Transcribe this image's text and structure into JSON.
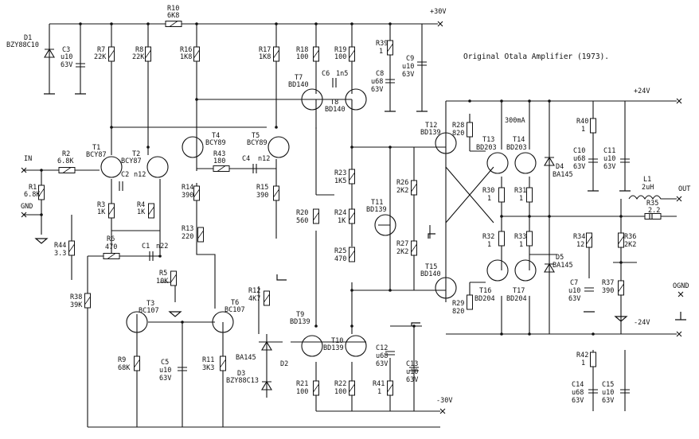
{
  "title": "Original Otala Amplifier (1973).",
  "rails": {
    "pos30": "+30V",
    "neg30": "-30V",
    "pos24": "+24V",
    "neg24": "-24V"
  },
  "terminals": {
    "in": "IN",
    "gnd": "GND",
    "out": "OUT",
    "ognd": "OGND"
  },
  "current_note": "300mA",
  "resistors": [
    {
      "ref": "R1",
      "val": "6.8K"
    },
    {
      "ref": "R2",
      "val": "6.8K"
    },
    {
      "ref": "R3",
      "val": "1K"
    },
    {
      "ref": "R4",
      "val": "1K"
    },
    {
      "ref": "R5",
      "val": "10K"
    },
    {
      "ref": "R6",
      "val": "470"
    },
    {
      "ref": "R7",
      "val": "22K"
    },
    {
      "ref": "R8",
      "val": "22K"
    },
    {
      "ref": "R9",
      "val": "68K"
    },
    {
      "ref": "R10",
      "val": "6K8"
    },
    {
      "ref": "R11",
      "val": "3K3"
    },
    {
      "ref": "R12",
      "val": "4K7"
    },
    {
      "ref": "R13",
      "val": "220"
    },
    {
      "ref": "R14",
      "val": "390"
    },
    {
      "ref": "R15",
      "val": "390"
    },
    {
      "ref": "R16",
      "val": "1K8"
    },
    {
      "ref": "R17",
      "val": "1K8"
    },
    {
      "ref": "R18",
      "val": "100"
    },
    {
      "ref": "R19",
      "val": "100"
    },
    {
      "ref": "R20",
      "val": "560"
    },
    {
      "ref": "R21",
      "val": "100"
    },
    {
      "ref": "R22",
      "val": "100"
    },
    {
      "ref": "R23",
      "val": "1K5"
    },
    {
      "ref": "R24",
      "val": "1K"
    },
    {
      "ref": "R25",
      "val": "470"
    },
    {
      "ref": "R26",
      "val": "2K2"
    },
    {
      "ref": "R27",
      "val": "2K2"
    },
    {
      "ref": "R28",
      "val": "820"
    },
    {
      "ref": "R29",
      "val": "820"
    },
    {
      "ref": "R30",
      "val": "1"
    },
    {
      "ref": "R31",
      "val": "1"
    },
    {
      "ref": "R32",
      "val": "1"
    },
    {
      "ref": "R33",
      "val": "1"
    },
    {
      "ref": "R34",
      "val": "12"
    },
    {
      "ref": "R35",
      "val": "2.2"
    },
    {
      "ref": "R36",
      "val": "2K2"
    },
    {
      "ref": "R37",
      "val": "390"
    },
    {
      "ref": "R38",
      "val": "39K"
    },
    {
      "ref": "R39",
      "val": "1"
    },
    {
      "ref": "R40",
      "val": "1"
    },
    {
      "ref": "R41",
      "val": "1"
    },
    {
      "ref": "R42",
      "val": "1"
    },
    {
      "ref": "R43",
      "val": "180"
    },
    {
      "ref": "R44",
      "val": "3.3"
    }
  ],
  "capacitors": [
    {
      "ref": "C1",
      "val": "n22"
    },
    {
      "ref": "C2",
      "val": "n12"
    },
    {
      "ref": "C3",
      "val": "u10",
      "volt": "63V"
    },
    {
      "ref": "C4",
      "val": "n12"
    },
    {
      "ref": "C5",
      "val": "u10",
      "volt": "63V"
    },
    {
      "ref": "C6",
      "val": "1n5"
    },
    {
      "ref": "C7",
      "val": "u10",
      "volt": "63V"
    },
    {
      "ref": "C8",
      "val": "u68",
      "volt": "63V"
    },
    {
      "ref": "C9",
      "val": "u10",
      "volt": "63V"
    },
    {
      "ref": "C10",
      "val": "u68",
      "volt": "63V"
    },
    {
      "ref": "C11",
      "val": "u10",
      "volt": "63V"
    },
    {
      "ref": "C12",
      "val": "u68",
      "volt": "63V"
    },
    {
      "ref": "C13",
      "val": "u10",
      "volt": "63V"
    },
    {
      "ref": "C14",
      "val": "u68",
      "volt": "63V"
    },
    {
      "ref": "C15",
      "val": "u10",
      "volt": "63V"
    }
  ],
  "transistors": [
    {
      "ref": "T1",
      "type": "BCY87"
    },
    {
      "ref": "T2",
      "type": "BCY87"
    },
    {
      "ref": "T3",
      "type": "BC107"
    },
    {
      "ref": "T4",
      "type": "BCY89"
    },
    {
      "ref": "T5",
      "type": "BCY89"
    },
    {
      "ref": "T6",
      "type": "BC107"
    },
    {
      "ref": "T7",
      "type": "BD140"
    },
    {
      "ref": "T8",
      "type": "BD140"
    },
    {
      "ref": "T9",
      "type": "BD139"
    },
    {
      "ref": "T10",
      "type": "BD139"
    },
    {
      "ref": "T11",
      "type": "BD139"
    },
    {
      "ref": "T12",
      "type": "BD139"
    },
    {
      "ref": "T13",
      "type": "BD203"
    },
    {
      "ref": "T14",
      "type": "BD203"
    },
    {
      "ref": "T15",
      "type": "BD140"
    },
    {
      "ref": "T16",
      "type": "BD204"
    },
    {
      "ref": "T17",
      "type": "BD204"
    }
  ],
  "diodes": [
    {
      "ref": "D1",
      "type": "BZY88C10"
    },
    {
      "ref": "D2",
      "type": "BA145"
    },
    {
      "ref": "D3",
      "type": "BZY88C13"
    },
    {
      "ref": "D4",
      "type": "BA145"
    },
    {
      "ref": "D5",
      "type": "BA145"
    }
  ],
  "inductors": [
    {
      "ref": "L1",
      "val": "2uH"
    }
  ]
}
